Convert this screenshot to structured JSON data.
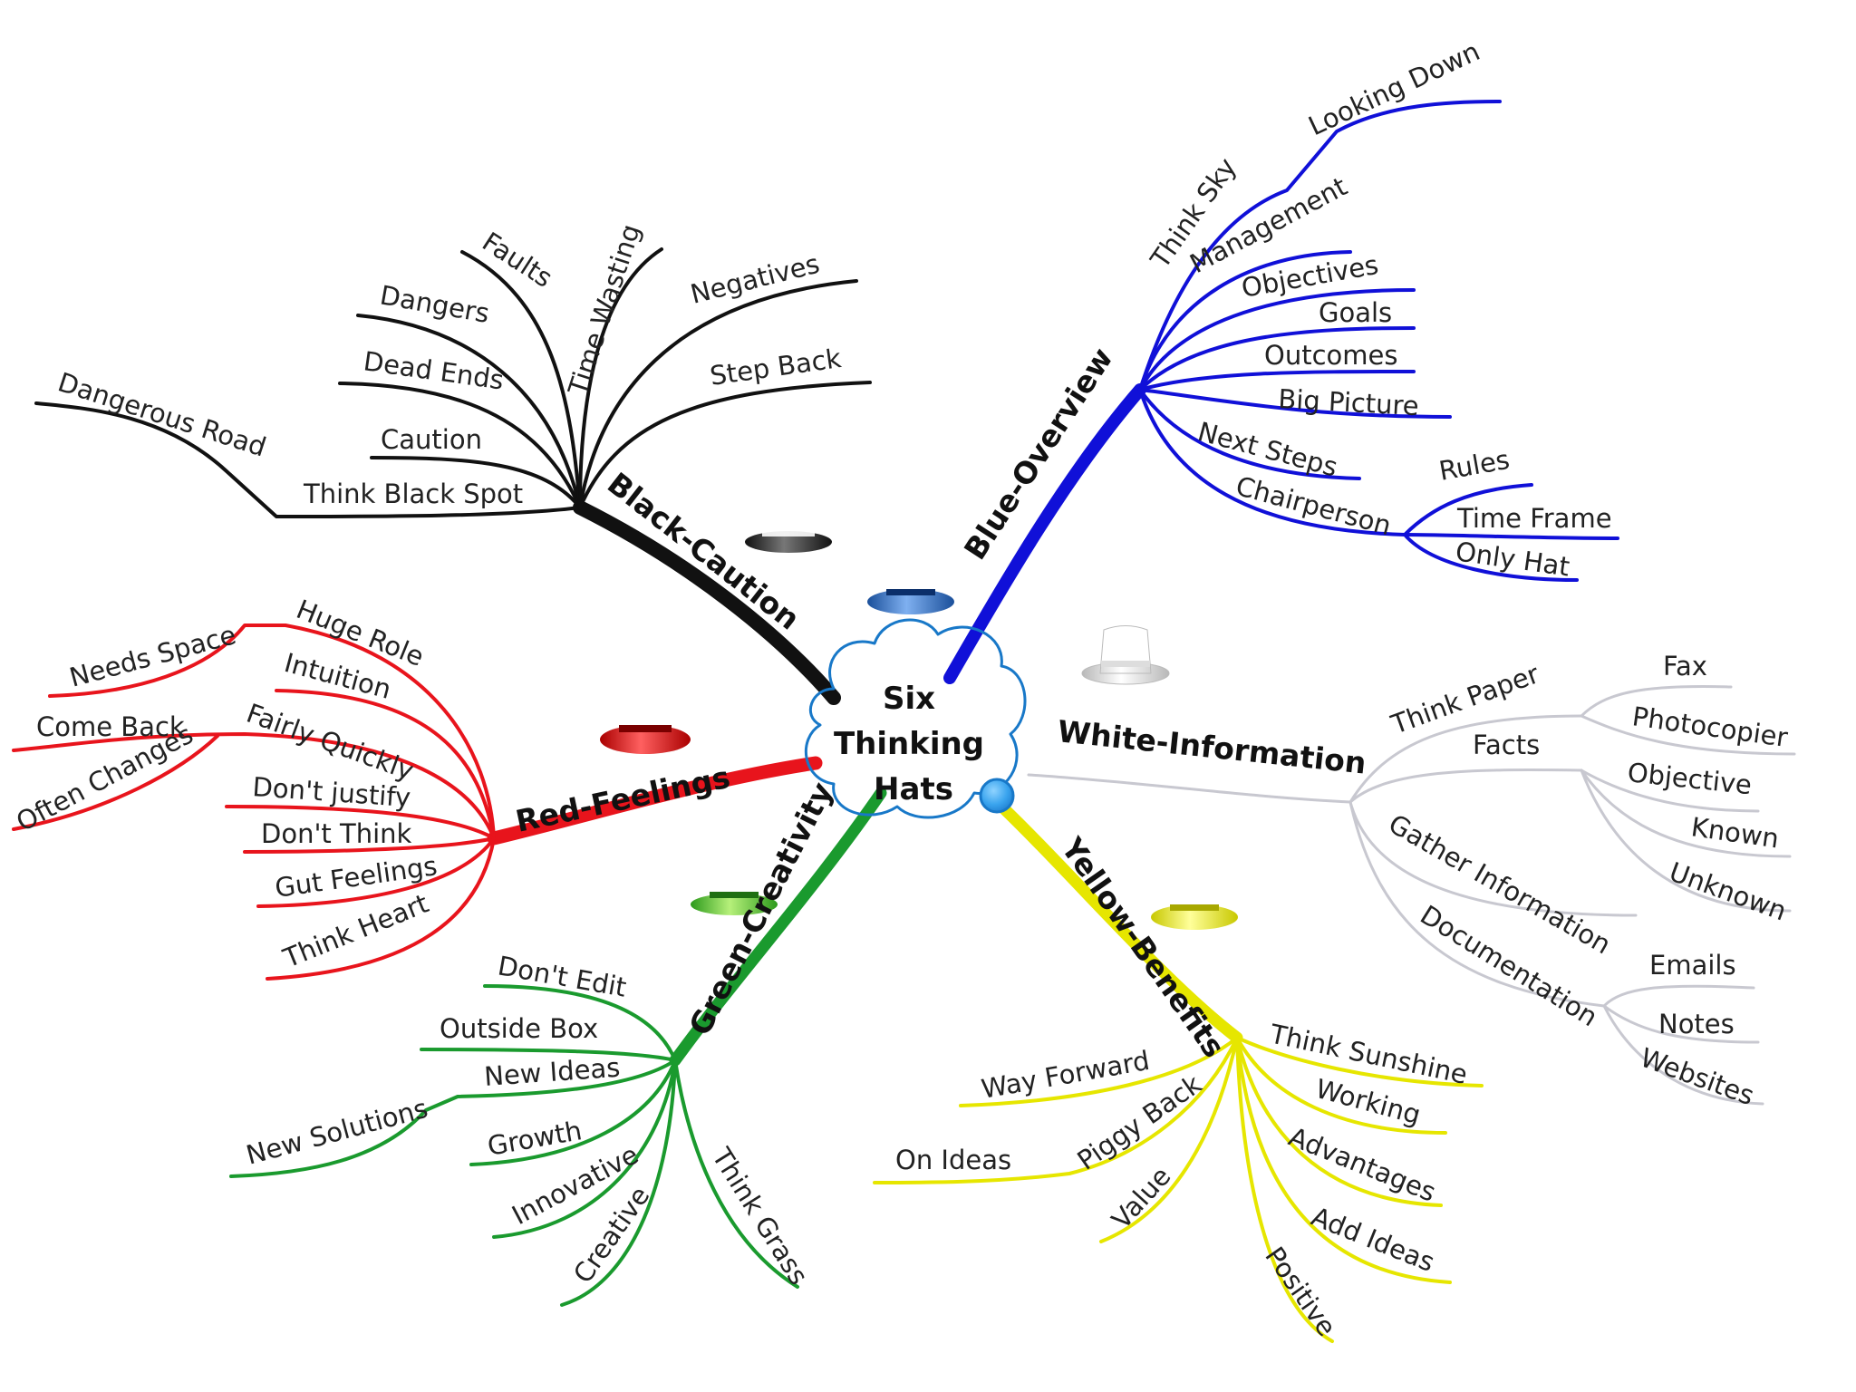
{
  "center": {
    "line1": "Six",
    "line2": "Thinking",
    "line3": "Hats"
  },
  "colors": {
    "black": "#111111",
    "blue": "#1010d8",
    "white": "#c8c8d0",
    "red": "#e8141c",
    "green": "#1a9a2e",
    "yellow": "#e6e600",
    "cloud": "#3aa4ee"
  },
  "branches": {
    "black": {
      "name": "Black-Caution",
      "hat_icon": "black-hat-icon",
      "items": {
        "dangerous_road": "Dangerous Road",
        "think_black_spot": "Think Black Spot",
        "caution": "Caution",
        "dead_ends": "Dead Ends",
        "dangers": "Dangers",
        "faults": "Faults",
        "time_wasting": "Time Wasting",
        "negatives": "Negatives",
        "step_back": "Step Back"
      }
    },
    "blue": {
      "name": "Blue-Overview",
      "hat_icon": "blue-hat-icon",
      "items": {
        "think_sky": "Think Sky",
        "looking_down": "Looking Down",
        "management": "Management",
        "objectives": "Objectives",
        "goals": "Goals",
        "outcomes": "Outcomes",
        "big_picture": "Big Picture",
        "next_steps": "Next Steps",
        "chairperson": "Chairperson",
        "rules": "Rules",
        "time_frame": "Time Frame",
        "only_hat": "Only Hat"
      }
    },
    "white": {
      "name": "White-Information",
      "hat_icon": "white-hat-icon",
      "items": {
        "think_paper": "Think Paper",
        "fax": "Fax",
        "photocopier": "Photocopier",
        "facts": "Facts",
        "objective": "Objective",
        "known": "Known",
        "unknown": "Unknown",
        "gather_information": "Gather Information",
        "documentation": "Documentation",
        "emails": "Emails",
        "notes": "Notes",
        "websites": "Websites"
      }
    },
    "red": {
      "name": "Red-Feelings",
      "hat_icon": "red-hat-icon",
      "items": {
        "huge_role": "Huge Role",
        "needs_space": "Needs Space",
        "intuition": "Intuition",
        "fairly_quickly": "Fairly Quickly",
        "come_back": "Come Back",
        "often_changes": "Often Changes",
        "dont_justify": "Don't justify",
        "dont_think": "Don't Think",
        "gut_feelings": "Gut Feelings",
        "think_heart": "Think Heart"
      }
    },
    "green": {
      "name": "Green-Creativity",
      "hat_icon": "green-hat-icon",
      "items": {
        "dont_edit": "Don't Edit",
        "outside_box": "Outside Box",
        "new_ideas": "New Ideas",
        "new_solutions": "New Solutions",
        "growth": "Growth",
        "innovative": "Innovative",
        "creative": "Creative",
        "think_grass": "Think Grass"
      }
    },
    "yellow": {
      "name": "Yellow-Benefits",
      "hat_icon": "yellow-hat-icon",
      "items": {
        "way_forward": "Way Forward",
        "piggy_back": "Piggy Back",
        "on_ideas": "On Ideas",
        "value": "Value",
        "think_sunshine": "Think Sunshine",
        "working": "Working",
        "advantages": "Advantages",
        "add_ideas": "Add Ideas",
        "positive": "Positive"
      }
    }
  }
}
